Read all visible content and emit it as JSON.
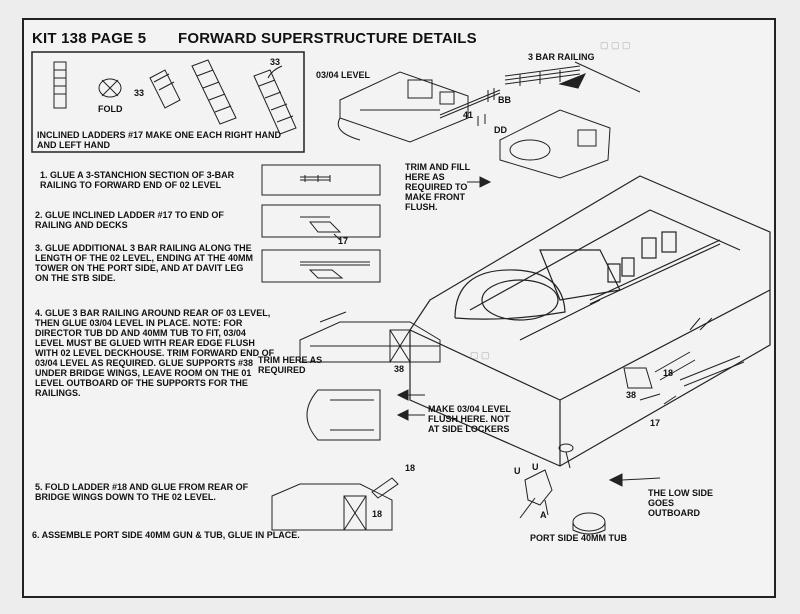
{
  "header": {
    "kit": "KIT 138 PAGE 5",
    "title": "FORWARD SUPERSTRUCTURE DETAILS"
  },
  "inset": {
    "caption": "INCLINED LADDERS #17 MAKE ONE EACH RIGHT HAND AND LEFT HAND",
    "fold": "FOLD",
    "part_a": "33",
    "part_b": "33"
  },
  "steps": [
    "1. GLUE A 3-STANCHION SECTION OF 3-BAR RAILING TO FORWARD END OF 02 LEVEL",
    "2. GLUE INCLINED LADDER #17 TO END OF RAILING AND DECKS",
    "3. GLUE ADDITIONAL 3 BAR RAILING ALONG THE LENGTH OF THE 02 LEVEL, ENDING AT THE 40MM TOWER ON THE PORT SIDE, AND AT DAVIT LEG ON THE STB SIDE.",
    "4. GLUE 3 BAR RAILING AROUND REAR OF 03 LEVEL, THEN GLUE 03/04 LEVEL IN PLACE. NOTE: FOR DIRECTOR TUB DD AND 40MM TUB TO FIT, 03/04 LEVEL MUST BE GLUED WITH REAR EDGE FLUSH WITH 02 LEVEL DECKHOUSE. TRIM FORWARD END OF 03/04 LEVEL AS REQUIRED. GLUE SUPPORTS #38 UNDER BRIDGE WINGS, LEAVE ROOM ON THE 01 LEVEL OUTBOARD OF THE SUPPORTS FOR THE RAILINGS.",
    "5. FOLD LADDER #18 AND GLUE FROM REAR OF BRIDGE WINGS DOWN TO THE 02 LEVEL.",
    "6. ASSEMBLE PORT SIDE 40MM GUN & TUB, GLUE IN PLACE."
  ],
  "labels": {
    "level": "03/04 LEVEL",
    "rail": "3 BAR RAILING",
    "bb": "BB",
    "dd": "DD",
    "p41": "41",
    "trim_fill": "TRIM AND FILL HERE AS REQUIRED TO MAKE FRONT FLUSH.",
    "p17a": "17",
    "trim_here": "TRIM HERE AS REQUIRED",
    "p38a": "38",
    "make_flush": "MAKE 03/04 LEVEL FLUSH HERE. NOT AT SIDE LOCKERS",
    "p18a": "18",
    "p18b": "18",
    "p18c": "18",
    "p38b": "38",
    "p17b": "17",
    "u1": "U",
    "u2": "U",
    "a": "A",
    "low_side": "THE LOW SIDE GOES OUTBOARD",
    "port_tub": "PORT SIDE 40MM TUB"
  }
}
